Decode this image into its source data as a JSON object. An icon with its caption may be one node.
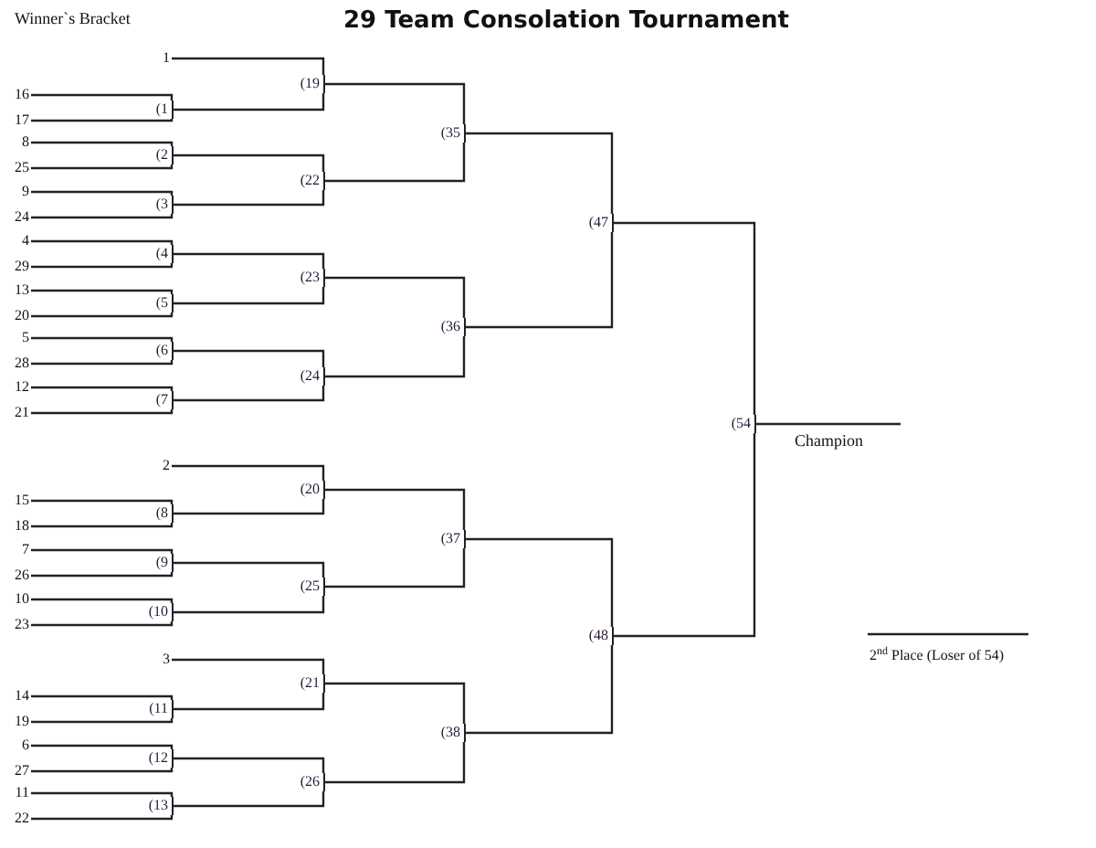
{
  "diagram": {
    "title": "29 Team Consolation Tournament",
    "nodes": [
      {
        "text": [
          "1"
        ]
      },
      {
        "text": [
          "(19"
        ]
      },
      {
        "text": [
          "16"
        ]
      },
      {
        "text": [
          "(1"
        ]
      },
      {
        "text": [
          "17"
        ]
      },
      {
        "text": [
          "(35"
        ]
      },
      {
        "text": [
          "8"
        ]
      },
      {
        "text": [
          "(2"
        ]
      },
      {
        "text": [
          "25"
        ]
      },
      {
        "text": [
          "(22"
        ]
      },
      {
        "text": [
          "9"
        ]
      },
      {
        "text": [
          "(3"
        ]
      },
      {
        "text": [
          "24"
        ]
      },
      {
        "text": [
          "(47"
        ]
      },
      {
        "text": [
          "4"
        ]
      },
      {
        "text": [
          "(4"
        ]
      },
      {
        "text": [
          "29"
        ]
      },
      {
        "text": [
          "(23"
        ]
      },
      {
        "text": [
          "13"
        ]
      },
      {
        "text": [
          "(5"
        ]
      },
      {
        "text": [
          "20"
        ]
      },
      {
        "text": [
          "(36"
        ]
      },
      {
        "text": [
          "5"
        ]
      },
      {
        "text": [
          "(6"
        ]
      },
      {
        "text": [
          "28"
        ]
      },
      {
        "text": [
          "(24"
        ]
      },
      {
        "text": [
          "12"
        ]
      },
      {
        "text": [
          "(7"
        ]
      },
      {
        "text": [
          "21"
        ]
      },
      {
        "text": [
          "(54"
        ]
      },
      {
        "text": [
          "2"
        ]
      },
      {
        "text": [
          "(20"
        ]
      },
      {
        "text": [
          "15"
        ]
      },
      {
        "text": [
          "(8"
        ]
      },
      {
        "text": [
          "18"
        ]
      },
      {
        "text": [
          "(37"
        ]
      },
      {
        "text": [
          "7"
        ]
      },
      {
        "text": [
          "(9"
        ]
      },
      {
        "text": [
          "26"
        ]
      },
      {
        "text": [
          "(25"
        ]
      },
      {
        "text": [
          "10"
        ]
      },
      {
        "text": [
          "(10"
        ]
      },
      {
        "text": [
          "23"
        ]
      },
      {
        "text": [
          "(48"
        ]
      },
      {
        "text": [
          "3"
        ]
      },
      {
        "text": [
          "(21"
        ]
      },
      {
        "text": [
          "14"
        ]
      },
      {
        "text": [
          "(11"
        ]
      },
      {
        "text": [
          "19"
        ]
      },
      {
        "text": [
          "(38"
        ]
      },
      {
        "text": [
          "6"
        ]
      },
      {
        "text": [
          "(12"
        ]
      },
      {
        "text": [
          "27"
        ]
      },
      {
        "text": [
          "(26"
        ]
      },
      {
        "text": [
          "11"
        ]
      },
      {
        "text": [
          "(13"
        ]
      },
      {
        "text": [
          "22"
        ]
      }
    ],
    "edges": [
      {
        "from": 2,
        "to": 3,
        "arrow": "none"
      },
      {
        "from": 4,
        "to": 3,
        "arrow": "none"
      },
      {
        "from": 6,
        "to": 7,
        "arrow": "none"
      },
      {
        "from": 8,
        "to": 7,
        "arrow": "none"
      },
      {
        "from": 10,
        "to": 11,
        "arrow": "none"
      },
      {
        "from": 12,
        "to": 11,
        "arrow": "none"
      },
      {
        "from": 14,
        "to": 15,
        "arrow": "none"
      },
      {
        "from": 16,
        "to": 15,
        "arrow": "none"
      },
      {
        "from": 18,
        "to": 19,
        "arrow": "none"
      },
      {
        "from": 20,
        "to": 19,
        "arrow": "none"
      },
      {
        "from": 22,
        "to": 23,
        "arrow": "none"
      },
      {
        "from": 24,
        "to": 23,
        "arrow": "none"
      },
      {
        "from": 26,
        "to": 27,
        "arrow": "none"
      },
      {
        "from": 28,
        "to": 27,
        "arrow": "none"
      },
      {
        "from": 32,
        "to": 33,
        "arrow": "none"
      },
      {
        "from": 34,
        "to": 33,
        "arrow": "none"
      },
      {
        "from": 36,
        "to": 37,
        "arrow": "none"
      },
      {
        "from": 38,
        "to": 37,
        "arrow": "none"
      },
      {
        "from": 40,
        "to": 41,
        "arrow": "none"
      },
      {
        "from": 42,
        "to": 41,
        "arrow": "none"
      },
      {
        "from": 46,
        "to": 47,
        "arrow": "none"
      },
      {
        "from": 48,
        "to": 47,
        "arrow": "none"
      },
      {
        "from": 50,
        "to": 51,
        "arrow": "none"
      },
      {
        "from": 52,
        "to": 51,
        "arrow": "none"
      },
      {
        "from": 54,
        "to": 55,
        "arrow": "none"
      },
      {
        "from": 56,
        "to": 55,
        "arrow": "none"
      },
      {
        "from": 0,
        "to": 1,
        "arrow": "none"
      },
      {
        "from": 30,
        "to": 31,
        "arrow": "none"
      },
      {
        "from": 44,
        "to": 45,
        "arrow": "none"
      },
      {
        "from": 3,
        "to": 1,
        "arrow": "none"
      },
      {
        "from": 7,
        "to": 9,
        "arrow": "none"
      },
      {
        "from": 11,
        "to": 9,
        "arrow": "none"
      },
      {
        "from": 15,
        "to": 17,
        "arrow": "none"
      },
      {
        "from": 19,
        "to": 17,
        "arrow": "none"
      },
      {
        "from": 23,
        "to": 25,
        "arrow": "none"
      },
      {
        "from": 27,
        "to": 25,
        "arrow": "none"
      },
      {
        "from": 33,
        "to": 31,
        "arrow": "none"
      },
      {
        "from": 37,
        "to": 39,
        "arrow": "none"
      },
      {
        "from": 41,
        "to": 39,
        "arrow": "none"
      },
      {
        "from": 47,
        "to": 45,
        "arrow": "none"
      },
      {
        "from": 51,
        "to": 53,
        "arrow": "none"
      },
      {
        "from": 55,
        "to": 53,
        "arrow": "none"
      },
      {
        "from": 1,
        "to": 5,
        "arrow": "none"
      },
      {
        "from": 9,
        "to": 5,
        "arrow": "none"
      },
      {
        "from": 17,
        "to": 21,
        "arrow": "none"
      },
      {
        "from": 25,
        "to": 21,
        "arrow": "none"
      },
      {
        "from": 31,
        "to": 35,
        "arrow": "none"
      },
      {
        "from": 39,
        "to": 35,
        "arrow": "none"
      },
      {
        "from": 45,
        "to": 49,
        "arrow": "none"
      },
      {
        "from": 53,
        "to": 49,
        "arrow": "none"
      },
      {
        "from": 5,
        "to": 13,
        "arrow": "none"
      },
      {
        "from": 21,
        "to": 13,
        "arrow": "none"
      },
      {
        "from": 35,
        "to": 43,
        "arrow": "none"
      },
      {
        "from": 49,
        "to": 43,
        "arrow": "none"
      },
      {
        "from": 13,
        "to": 29,
        "arrow": "none"
      },
      {
        "from": 43,
        "to": 29,
        "arrow": "none"
      },
      {
        "from": 29,
        "to": null,
        "arrow": "none"
      }
    ],
    "labels": [
      "Winner`s Bracket",
      "Champion",
      "2$^{nd}$ Place (Loser of 54)"
    ]
  }
}
